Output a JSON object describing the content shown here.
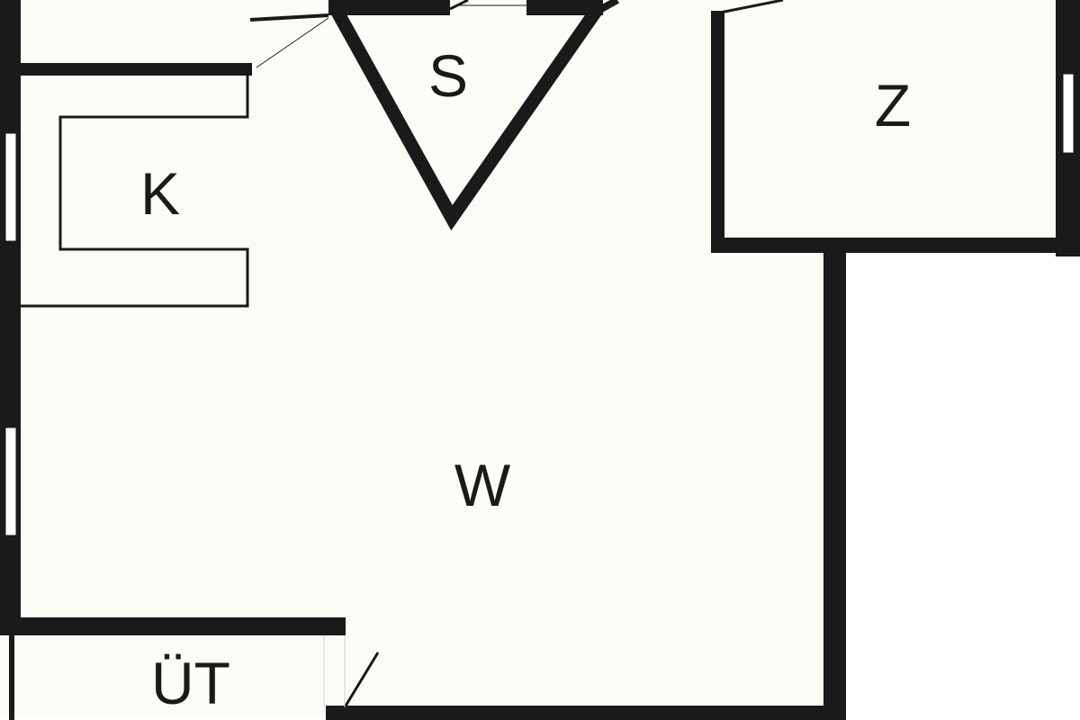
{
  "floorplan": {
    "rooms": [
      {
        "id": "S",
        "label": "S"
      },
      {
        "id": "Z",
        "label": "Z"
      },
      {
        "id": "K",
        "label": "K"
      },
      {
        "id": "W",
        "label": "W"
      },
      {
        "id": "UT",
        "label": "ÜT"
      }
    ],
    "colors": {
      "wall": "#1a1a1a",
      "floor": "#fcfcf6",
      "outside": "#ffffff"
    }
  }
}
